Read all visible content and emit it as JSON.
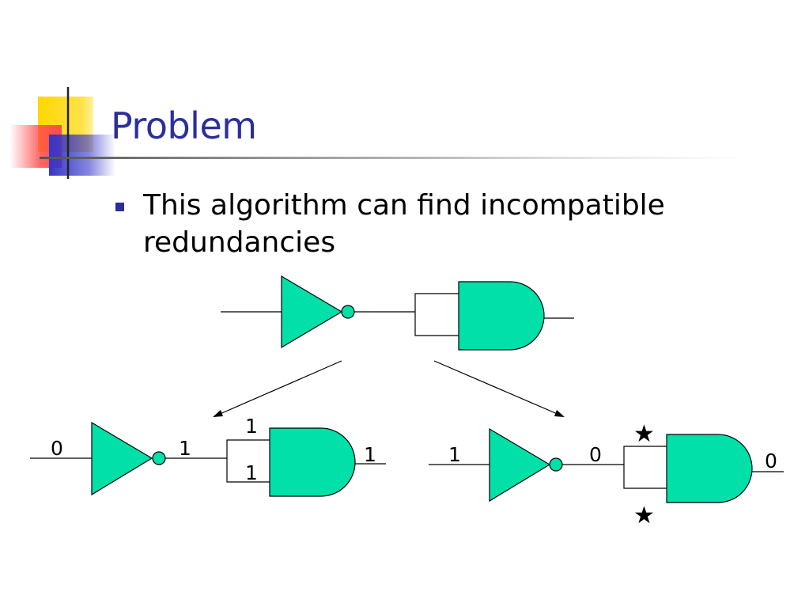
{
  "slide": {
    "title": "Problem",
    "bullet": "This algorithm can find incompatible redundancies"
  },
  "colors": {
    "gate_fill": "#00e0a8",
    "title": "#2b2f9c",
    "deco_yellow": "#ffd700",
    "deco_red": "#ff4a4a",
    "deco_blue": "#3535c8"
  },
  "icons": {
    "star": "★"
  },
  "diagram": {
    "left_case": {
      "input": "0",
      "inverter_output": "1",
      "and_input_top": "1",
      "and_input_bottom": "1",
      "output": "1"
    },
    "right_case": {
      "input": "1",
      "inverter_output": "0",
      "output": "0"
    }
  }
}
